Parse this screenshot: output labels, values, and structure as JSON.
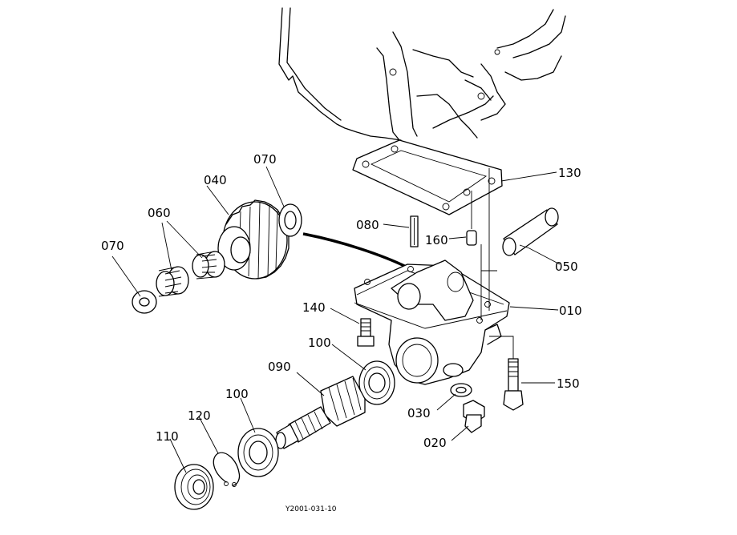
{
  "parts": {
    "p010": "010",
    "p020": "020",
    "p030": "030",
    "p040": "040",
    "p050": "050",
    "p060": "060",
    "p070a": "070",
    "p070b": "070",
    "p080": "080",
    "p090": "090",
    "p100a": "100",
    "p100b": "100",
    "p110": "110",
    "p120": "120",
    "p130": "130",
    "p140": "140",
    "p150": "150",
    "p160": "160"
  },
  "figure_code": "Y2001-031-10"
}
